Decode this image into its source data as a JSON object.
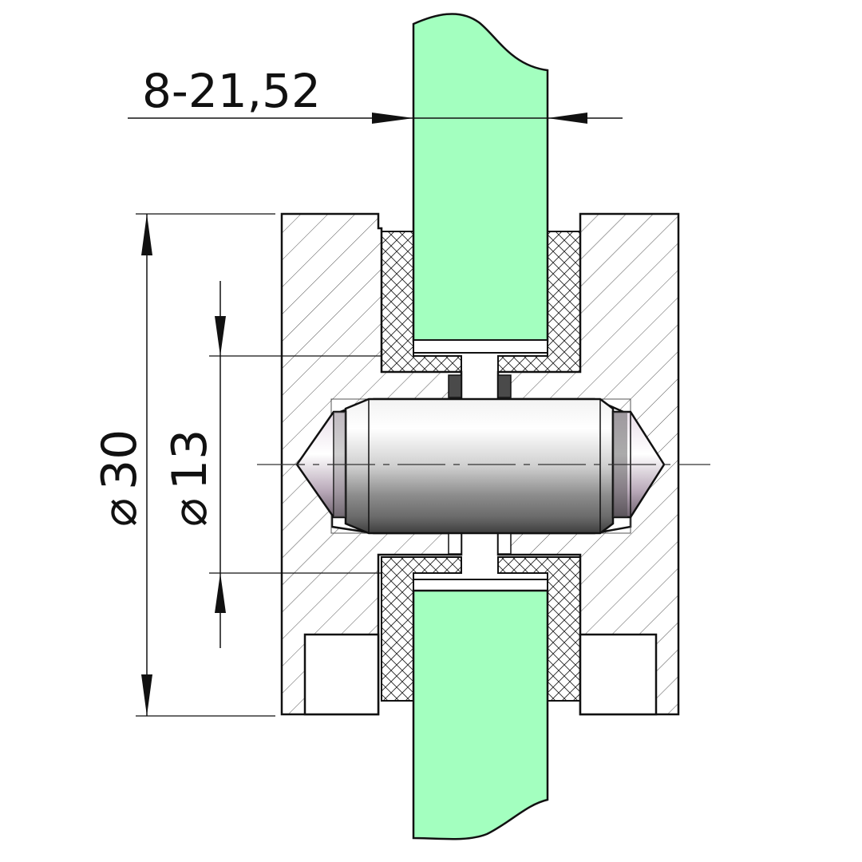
{
  "dimensions": {
    "glass_thickness": "8-21,52",
    "outer_diameter": "30",
    "inner_diameter": "13",
    "diameter_symbol": "⌀"
  },
  "colors": {
    "glass": "#a3ffbf",
    "outline": "#111111",
    "hatch": "#555555",
    "gasket_dark": "#4a4a4a",
    "pin_metal": "#c8c8c8",
    "pin_tip": "#c9b8c9",
    "background": "#ffffff"
  }
}
